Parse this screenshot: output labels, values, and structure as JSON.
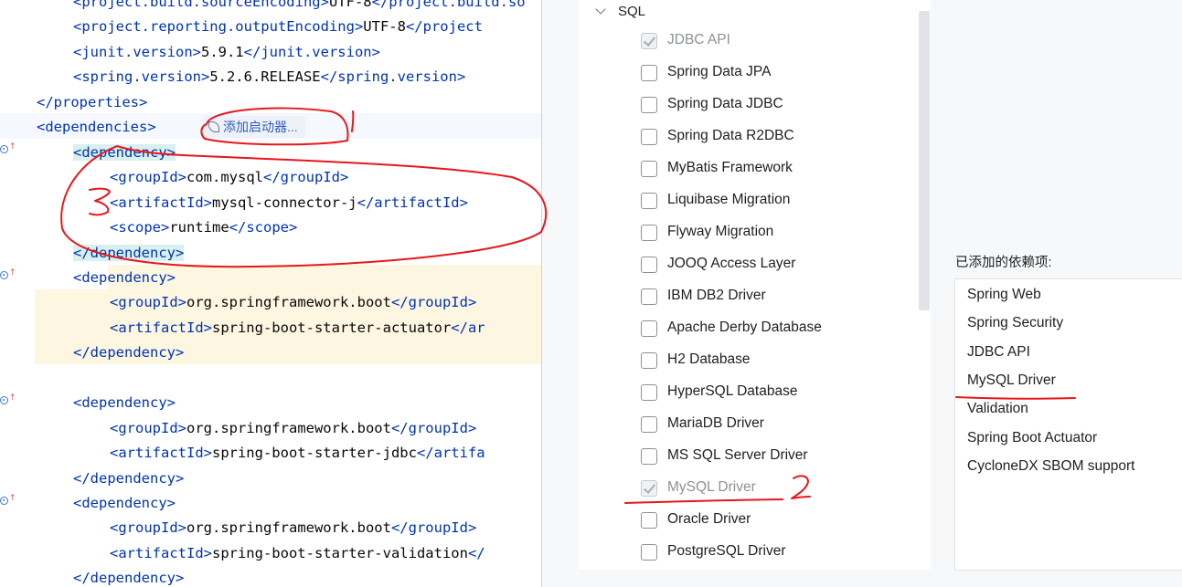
{
  "editor": {
    "lines": [
      {
        "indent": 1,
        "parts": [
          [
            "tag",
            "<project.build.sourceEncoding>"
          ],
          [
            "txt",
            "UTF-8"
          ],
          [
            "tag",
            "</project.build.so"
          ]
        ]
      },
      {
        "indent": 1,
        "parts": [
          [
            "tag",
            "<project.reporting.outputEncoding>"
          ],
          [
            "txt",
            "UTF-8"
          ],
          [
            "tag",
            "</project"
          ]
        ]
      },
      {
        "indent": 1,
        "parts": [
          [
            "tag",
            "<junit.version>"
          ],
          [
            "txt",
            "5.9.1"
          ],
          [
            "tag",
            "</junit.version>"
          ]
        ]
      },
      {
        "indent": 1,
        "parts": [
          [
            "tag",
            "<spring.version>"
          ],
          [
            "txt",
            "5.2.6.RELEASE"
          ],
          [
            "tag",
            "</spring.version>"
          ]
        ]
      },
      {
        "indent": 0,
        "parts": [
          [
            "tag",
            "</properties>"
          ]
        ]
      },
      {
        "indent": 0,
        "parts": [
          [
            "tag",
            "<dependencies>"
          ]
        ]
      },
      {
        "indent": 1,
        "parts": [
          [
            "tagbox",
            "<dependency>"
          ]
        ]
      },
      {
        "indent": 2,
        "parts": [
          [
            "tag",
            "<groupId>"
          ],
          [
            "txt",
            "com.mysql"
          ],
          [
            "tag",
            "</groupId>"
          ]
        ]
      },
      {
        "indent": 2,
        "parts": [
          [
            "tag",
            "<artifactId>"
          ],
          [
            "txt",
            "mysql-connector-j"
          ],
          [
            "tag",
            "</artifactId>"
          ]
        ]
      },
      {
        "indent": 2,
        "parts": [
          [
            "tag",
            "<scope>"
          ],
          [
            "txt",
            "runtime"
          ],
          [
            "tag",
            "</scope>"
          ]
        ]
      },
      {
        "indent": 1,
        "parts": [
          [
            "tagbox",
            "</dependency>"
          ]
        ]
      },
      {
        "indent": 1,
        "parts": [
          [
            "tag",
            "<dependency>"
          ]
        ]
      },
      {
        "indent": 2,
        "parts": [
          [
            "tag",
            "<groupId>"
          ],
          [
            "txt",
            "org.springframework.boot"
          ],
          [
            "tag",
            "</groupId>"
          ]
        ]
      },
      {
        "indent": 2,
        "parts": [
          [
            "tag",
            "<artifactId>"
          ],
          [
            "txt",
            "spring-boot-starter-actuator"
          ],
          [
            "tag",
            "</ar"
          ]
        ]
      },
      {
        "indent": 1,
        "parts": [
          [
            "tag",
            "</dependency>"
          ]
        ]
      },
      {
        "indent": 0,
        "parts": []
      },
      {
        "indent": 1,
        "parts": [
          [
            "tag",
            "<dependency>"
          ]
        ]
      },
      {
        "indent": 2,
        "parts": [
          [
            "tag",
            "<groupId>"
          ],
          [
            "txt",
            "org.springframework.boot"
          ],
          [
            "tag",
            "</groupId>"
          ]
        ]
      },
      {
        "indent": 2,
        "parts": [
          [
            "tag",
            "<artifactId>"
          ],
          [
            "txt",
            "spring-boot-starter-jdbc"
          ],
          [
            "tag",
            "</artifa"
          ]
        ]
      },
      {
        "indent": 1,
        "parts": [
          [
            "tag",
            "</dependency>"
          ]
        ]
      },
      {
        "indent": 1,
        "parts": [
          [
            "tag",
            "<dependency>"
          ]
        ]
      },
      {
        "indent": 2,
        "parts": [
          [
            "tag",
            "<groupId>"
          ],
          [
            "txt",
            "org.springframework.boot"
          ],
          [
            "tag",
            "</groupId>"
          ]
        ]
      },
      {
        "indent": 2,
        "parts": [
          [
            "tag",
            "<artifactId>"
          ],
          [
            "txt",
            "spring-boot-starter-validation"
          ],
          [
            "tag",
            "</"
          ]
        ]
      },
      {
        "indent": 1,
        "parts": [
          [
            "tag",
            "</dependency>"
          ]
        ]
      }
    ],
    "add_starter_label": "添加启动器..."
  },
  "dialog": {
    "group_label": "SQL",
    "dependencies": [
      {
        "label": "JDBC API",
        "checked": true,
        "disabled": true
      },
      {
        "label": "Spring Data JPA",
        "checked": false,
        "disabled": false
      },
      {
        "label": "Spring Data JDBC",
        "checked": false,
        "disabled": false
      },
      {
        "label": "Spring Data R2DBC",
        "checked": false,
        "disabled": false
      },
      {
        "label": "MyBatis Framework",
        "checked": false,
        "disabled": false
      },
      {
        "label": "Liquibase Migration",
        "checked": false,
        "disabled": false
      },
      {
        "label": "Flyway Migration",
        "checked": false,
        "disabled": false
      },
      {
        "label": "JOOQ Access Layer",
        "checked": false,
        "disabled": false
      },
      {
        "label": "IBM DB2 Driver",
        "checked": false,
        "disabled": false
      },
      {
        "label": "Apache Derby Database",
        "checked": false,
        "disabled": false
      },
      {
        "label": "H2 Database",
        "checked": false,
        "disabled": false
      },
      {
        "label": "HyperSQL Database",
        "checked": false,
        "disabled": false
      },
      {
        "label": "MariaDB Driver",
        "checked": false,
        "disabled": false
      },
      {
        "label": "MS SQL Server Driver",
        "checked": false,
        "disabled": false
      },
      {
        "label": "MySQL Driver",
        "checked": true,
        "disabled": true
      },
      {
        "label": "Oracle Driver",
        "checked": false,
        "disabled": false
      },
      {
        "label": "PostgreSQL Driver",
        "checked": false,
        "disabled": false
      }
    ],
    "added_title": "已添加的依赖项:",
    "added_items": [
      "Spring Web",
      "Spring Security",
      "JDBC API",
      "MySQL Driver",
      "Validation",
      "Spring Boot Actuator",
      "CycloneDX SBOM support"
    ]
  },
  "annotations": {
    "ink_color": "#e8171b",
    "labels": [
      "1",
      "2",
      "3"
    ]
  }
}
